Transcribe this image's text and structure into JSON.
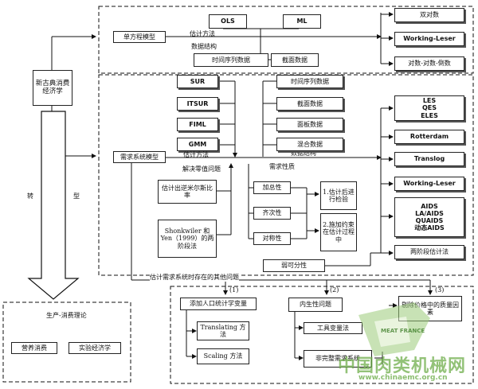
{
  "root": {
    "label": "新古典消费经济学"
  },
  "single_eq": {
    "label": "单方程模型",
    "ols": "OLS",
    "ml": "ML",
    "est_method": "估计方法",
    "data_struct": "数据结构",
    "time_series": "时间序列数据",
    "cross_section": "截面数据",
    "forms": [
      "双对数",
      "Working-Leser",
      "对数-对数-倒数"
    ]
  },
  "demand": {
    "label": "需求系统模型",
    "methods": [
      "SUR",
      "ITSUR",
      "FIML",
      "GMM"
    ],
    "est_method": "估计方法",
    "data_struct": "数据结构",
    "data_types": [
      "时间序列数据",
      "截面数据",
      "面板数据",
      "混合数据"
    ],
    "zero_problem": "解决零值问题",
    "mills": "估计出逆米尔斯比率",
    "shonk": "Shonkwiler 和 Yen（1999）的两阶段法",
    "nature": "需求性质",
    "props": [
      "加总性",
      "齐次性",
      "对称性"
    ],
    "check1": "1.估计后进行检验",
    "check2": "2.施加约束在估计过程中",
    "separable": "弱可分性",
    "models": [
      "LES\nQES\nELES",
      "Rotterdam",
      "Translog",
      "Working-Leser",
      "AIDS\nLA/AIDS\nQUAIDS\n动态AIDS",
      "两阶段估计法"
    ]
  },
  "transform": {
    "left": "转",
    "right": "型"
  },
  "bottom_left": {
    "theory": "生产-消费理论",
    "a": "营养消费",
    "b": "实验经济学"
  },
  "issues": {
    "title": "估计需求系统时存在的其他问题",
    "n1": "(1)",
    "n2": "(2)",
    "n3": "(3)",
    "demo": "添加人口统计学变量",
    "translating": "Translating 方法",
    "scaling": "Scaling 方法",
    "endog": "内生性问题",
    "iv": "工具变量法",
    "incomplete": "非完整需求系统",
    "quality": "剔除价格中的质量因素"
  },
  "watermark": {
    "logo": "MEAT FRANCE",
    "cn": "中国肉类机械网",
    "url": "www.chinaemc.org.cn"
  }
}
